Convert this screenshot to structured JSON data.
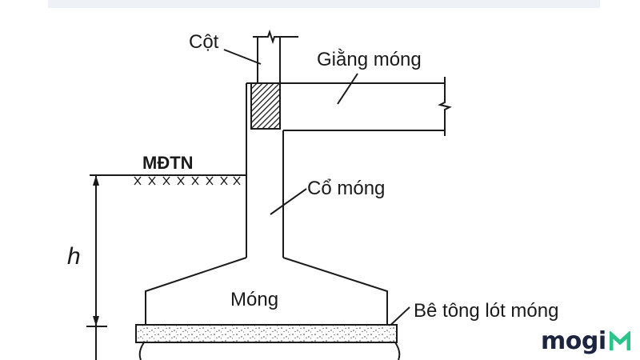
{
  "labels": {
    "column": "Cột",
    "tie_beam": "Giằng móng",
    "ground_level": "MĐTN",
    "footing_neck": "Cổ móng",
    "footing": "Móng",
    "lean_concrete": "Bê tông lót móng",
    "depth": "h"
  },
  "brand": {
    "text": "mogi",
    "accent_color": "#2bc48a",
    "text_color": "#1d2440"
  },
  "colors": {
    "line": "#1a1a1a",
    "background": "#ffffff",
    "top_band": "#eef1f6"
  }
}
